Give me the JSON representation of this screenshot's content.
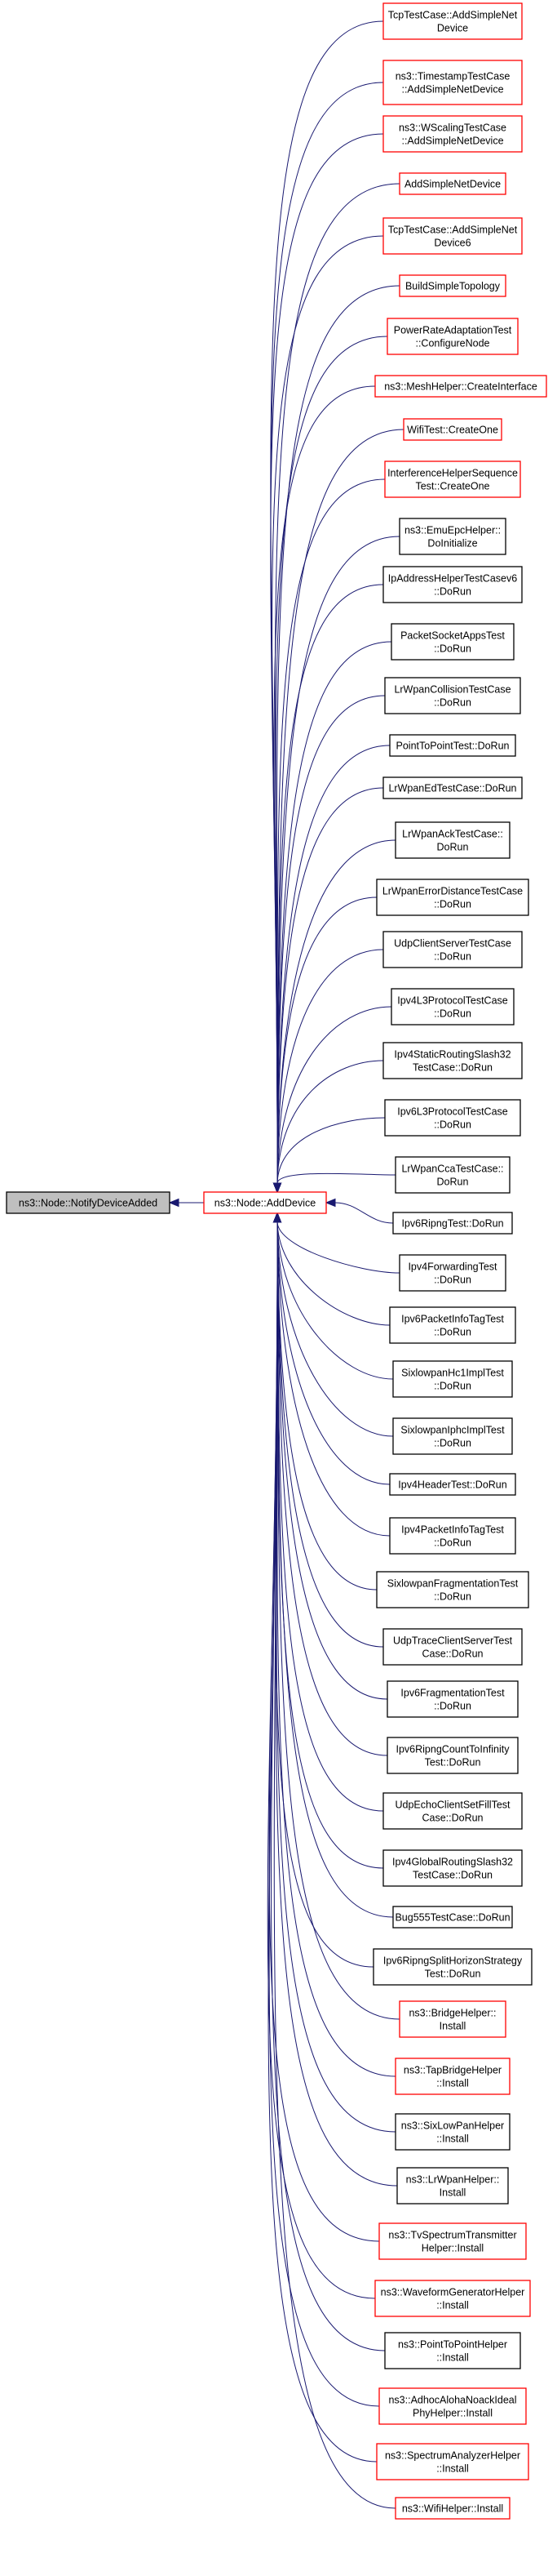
{
  "graph": {
    "root": {
      "label": [
        "ns3::Node::NotifyDeviceAdded"
      ],
      "style": "gray"
    },
    "center": {
      "label": [
        "ns3::Node::AddDevice"
      ],
      "style": "red"
    },
    "callers": [
      {
        "label": [
          "TcpTestCase::AddSimpleNet",
          "Device"
        ],
        "style": "red"
      },
      {
        "label": [
          "ns3::TimestampTestCase",
          "::AddSimpleNetDevice"
        ],
        "style": "red"
      },
      {
        "label": [
          "ns3::WScalingTestCase",
          "::AddSimpleNetDevice"
        ],
        "style": "red"
      },
      {
        "label": [
          "AddSimpleNetDevice"
        ],
        "style": "red"
      },
      {
        "label": [
          "TcpTestCase::AddSimpleNet",
          "Device6"
        ],
        "style": "red"
      },
      {
        "label": [
          "BuildSimpleTopology"
        ],
        "style": "red"
      },
      {
        "label": [
          "PowerRateAdaptationTest",
          "::ConfigureNode"
        ],
        "style": "red"
      },
      {
        "label": [
          "ns3::MeshHelper::CreateInterface"
        ],
        "style": "red"
      },
      {
        "label": [
          "WifiTest::CreateOne"
        ],
        "style": "red"
      },
      {
        "label": [
          "InterferenceHelperSequence",
          "Test::CreateOne"
        ],
        "style": "red"
      },
      {
        "label": [
          "ns3::EmuEpcHelper::",
          "DoInitialize"
        ],
        "style": "black"
      },
      {
        "label": [
          "IpAddressHelperTestCasev6",
          "::DoRun"
        ],
        "style": "black"
      },
      {
        "label": [
          "PacketSocketAppsTest",
          "::DoRun"
        ],
        "style": "black"
      },
      {
        "label": [
          "LrWpanCollisionTestCase",
          "::DoRun"
        ],
        "style": "black"
      },
      {
        "label": [
          "PointToPointTest::DoRun"
        ],
        "style": "black"
      },
      {
        "label": [
          "LrWpanEdTestCase::DoRun"
        ],
        "style": "black"
      },
      {
        "label": [
          "LrWpanAckTestCase::",
          "DoRun"
        ],
        "style": "black"
      },
      {
        "label": [
          "LrWpanErrorDistanceTestCase",
          "::DoRun"
        ],
        "style": "black"
      },
      {
        "label": [
          "UdpClientServerTestCase",
          "::DoRun"
        ],
        "style": "black"
      },
      {
        "label": [
          "Ipv4L3ProtocolTestCase",
          "::DoRun"
        ],
        "style": "black"
      },
      {
        "label": [
          "Ipv4StaticRoutingSlash32",
          "TestCase::DoRun"
        ],
        "style": "black"
      },
      {
        "label": [
          "Ipv6L3ProtocolTestCase",
          "::DoRun"
        ],
        "style": "black"
      },
      {
        "label": [
          "LrWpanCcaTestCase::",
          "DoRun"
        ],
        "style": "black"
      },
      {
        "label": [
          "Ipv6RipngTest::DoRun"
        ],
        "style": "black"
      },
      {
        "label": [
          "Ipv4ForwardingTest",
          "::DoRun"
        ],
        "style": "black"
      },
      {
        "label": [
          "Ipv6PacketInfoTagTest",
          "::DoRun"
        ],
        "style": "black"
      },
      {
        "label": [
          "SixlowpanHc1ImplTest",
          "::DoRun"
        ],
        "style": "black"
      },
      {
        "label": [
          "SixlowpanIphcImplTest",
          "::DoRun"
        ],
        "style": "black"
      },
      {
        "label": [
          "Ipv4HeaderTest::DoRun"
        ],
        "style": "black"
      },
      {
        "label": [
          "Ipv4PacketInfoTagTest",
          "::DoRun"
        ],
        "style": "black"
      },
      {
        "label": [
          "SixlowpanFragmentationTest",
          "::DoRun"
        ],
        "style": "black"
      },
      {
        "label": [
          "UdpTraceClientServerTest",
          "Case::DoRun"
        ],
        "style": "black"
      },
      {
        "label": [
          "Ipv6FragmentationTest",
          "::DoRun"
        ],
        "style": "black"
      },
      {
        "label": [
          "Ipv6RipngCountToInfinity",
          "Test::DoRun"
        ],
        "style": "black"
      },
      {
        "label": [
          "UdpEchoClientSetFillTest",
          "Case::DoRun"
        ],
        "style": "black"
      },
      {
        "label": [
          "Ipv4GlobalRoutingSlash32",
          "TestCase::DoRun"
        ],
        "style": "black"
      },
      {
        "label": [
          "Bug555TestCase::DoRun"
        ],
        "style": "black"
      },
      {
        "label": [
          "Ipv6RipngSplitHorizonStrategy",
          "Test::DoRun"
        ],
        "style": "black"
      },
      {
        "label": [
          "ns3::BridgeHelper::",
          "Install"
        ],
        "style": "red"
      },
      {
        "label": [
          "ns3::TapBridgeHelper",
          "::Install"
        ],
        "style": "red"
      },
      {
        "label": [
          "ns3::SixLowPanHelper",
          "::Install"
        ],
        "style": "black"
      },
      {
        "label": [
          "ns3::LrWpanHelper::",
          "Install"
        ],
        "style": "black"
      },
      {
        "label": [
          "ns3::TvSpectrumTransmitter",
          "Helper::Install"
        ],
        "style": "red"
      },
      {
        "label": [
          "ns3::WaveformGeneratorHelper",
          "::Install"
        ],
        "style": "red"
      },
      {
        "label": [
          "ns3::PointToPointHelper",
          "::Install"
        ],
        "style": "black"
      },
      {
        "label": [
          "ns3::AdhocAlohaNoackIdeal",
          "PhyHelper::Install"
        ],
        "style": "red"
      },
      {
        "label": [
          "ns3::SpectrumAnalyzerHelper",
          "::Install"
        ],
        "style": "red"
      },
      {
        "label": [
          "ns3::WifiHelper::Install"
        ],
        "style": "red"
      }
    ]
  },
  "colors": {
    "edge": "#191970",
    "red_border": "#ff0000",
    "black_border": "#000000",
    "gray_fill": "#bfbfbf",
    "node_fill": "#ffffff"
  }
}
